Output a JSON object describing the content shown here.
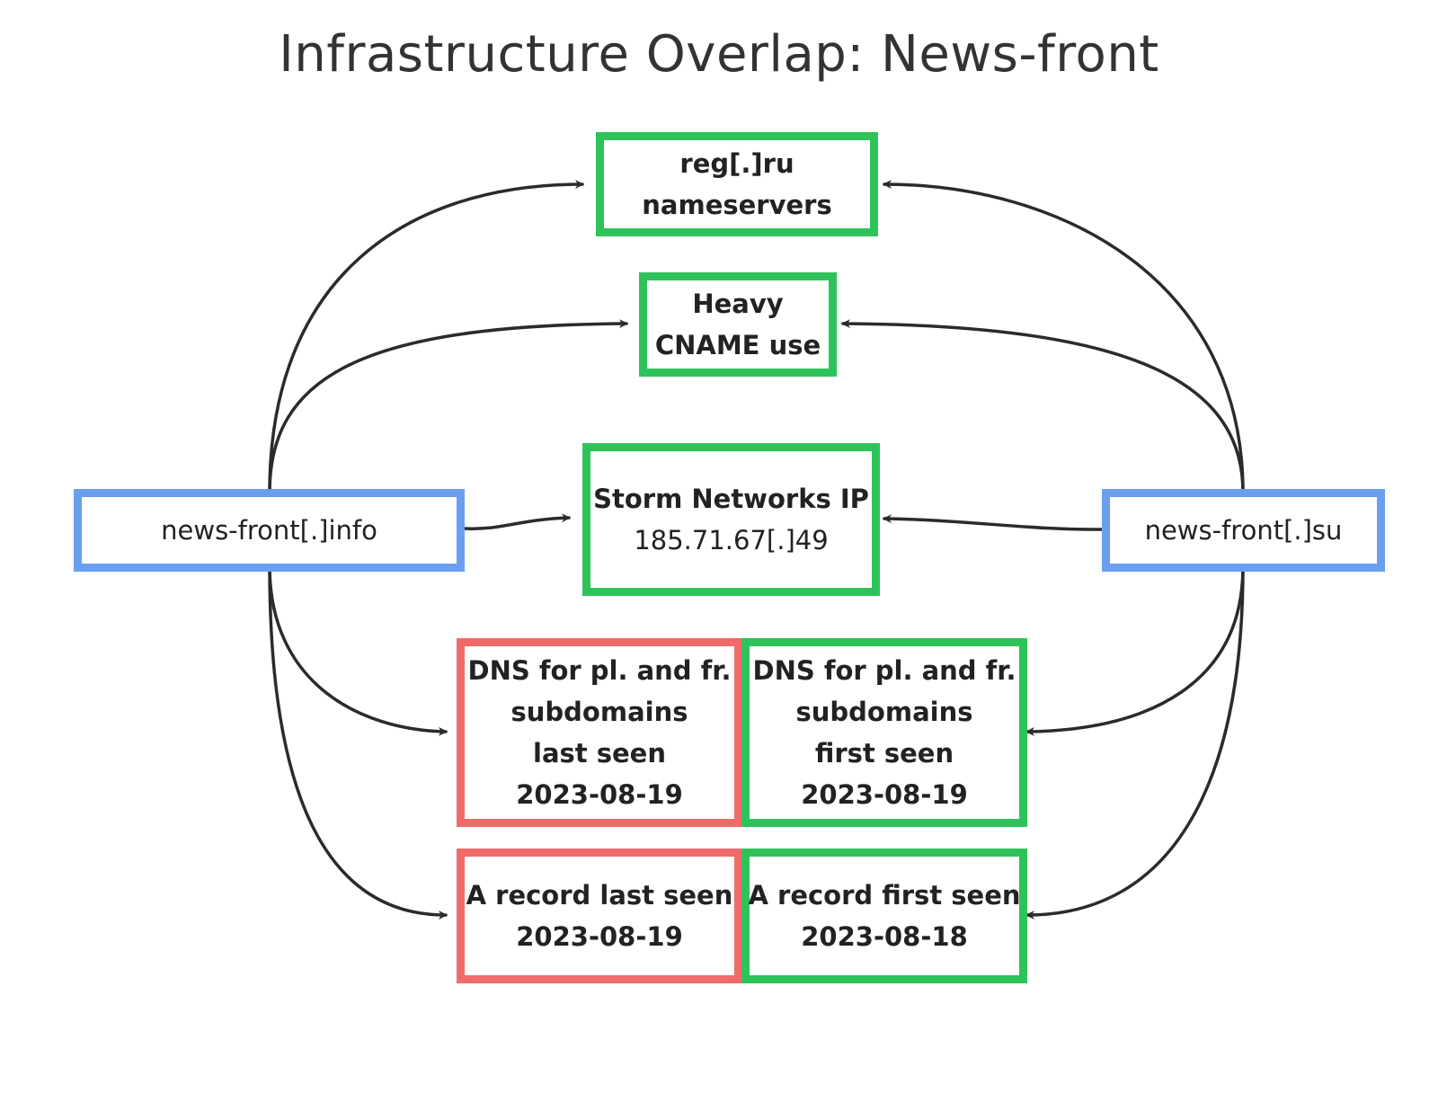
{
  "title": "Infrastructure Overlap: News-front",
  "colors": {
    "evidence": "#2ec35a",
    "domain": "#6a9ff0",
    "ended": "#f06a6a",
    "edge": "#2b2b2b"
  },
  "nodes": {
    "info_domain": {
      "lines": [
        "news-front[.]info"
      ]
    },
    "su_domain": {
      "lines": [
        "news-front[.]su"
      ]
    },
    "nameservers": {
      "lines": [
        "reg[.]ru",
        "nameservers"
      ]
    },
    "cname": {
      "lines": [
        "Heavy",
        "CNAME use"
      ]
    },
    "storm_ip": {
      "lines": [
        "Storm Networks IP",
        "185.71.67[.]49"
      ]
    },
    "dns_last": {
      "lines": [
        "DNS for pl. and fr.",
        "subdomains",
        "last seen",
        "2023-08-19"
      ]
    },
    "dns_first": {
      "lines": [
        "DNS for pl. and fr.",
        "subdomains",
        "first seen",
        "2023-08-19"
      ]
    },
    "a_last": {
      "lines": [
        "A record last seen",
        "2023-08-19"
      ]
    },
    "a_first": {
      "lines": [
        "A record first seen",
        "2023-08-18"
      ]
    }
  },
  "edges": [
    {
      "from": "info_domain",
      "to": "nameservers"
    },
    {
      "from": "info_domain",
      "to": "cname"
    },
    {
      "from": "info_domain",
      "to": "storm_ip"
    },
    {
      "from": "info_domain",
      "to": "dns_last"
    },
    {
      "from": "info_domain",
      "to": "a_last"
    },
    {
      "from": "su_domain",
      "to": "nameservers"
    },
    {
      "from": "su_domain",
      "to": "cname"
    },
    {
      "from": "su_domain",
      "to": "storm_ip"
    },
    {
      "from": "su_domain",
      "to": "dns_first"
    },
    {
      "from": "su_domain",
      "to": "a_first"
    }
  ]
}
